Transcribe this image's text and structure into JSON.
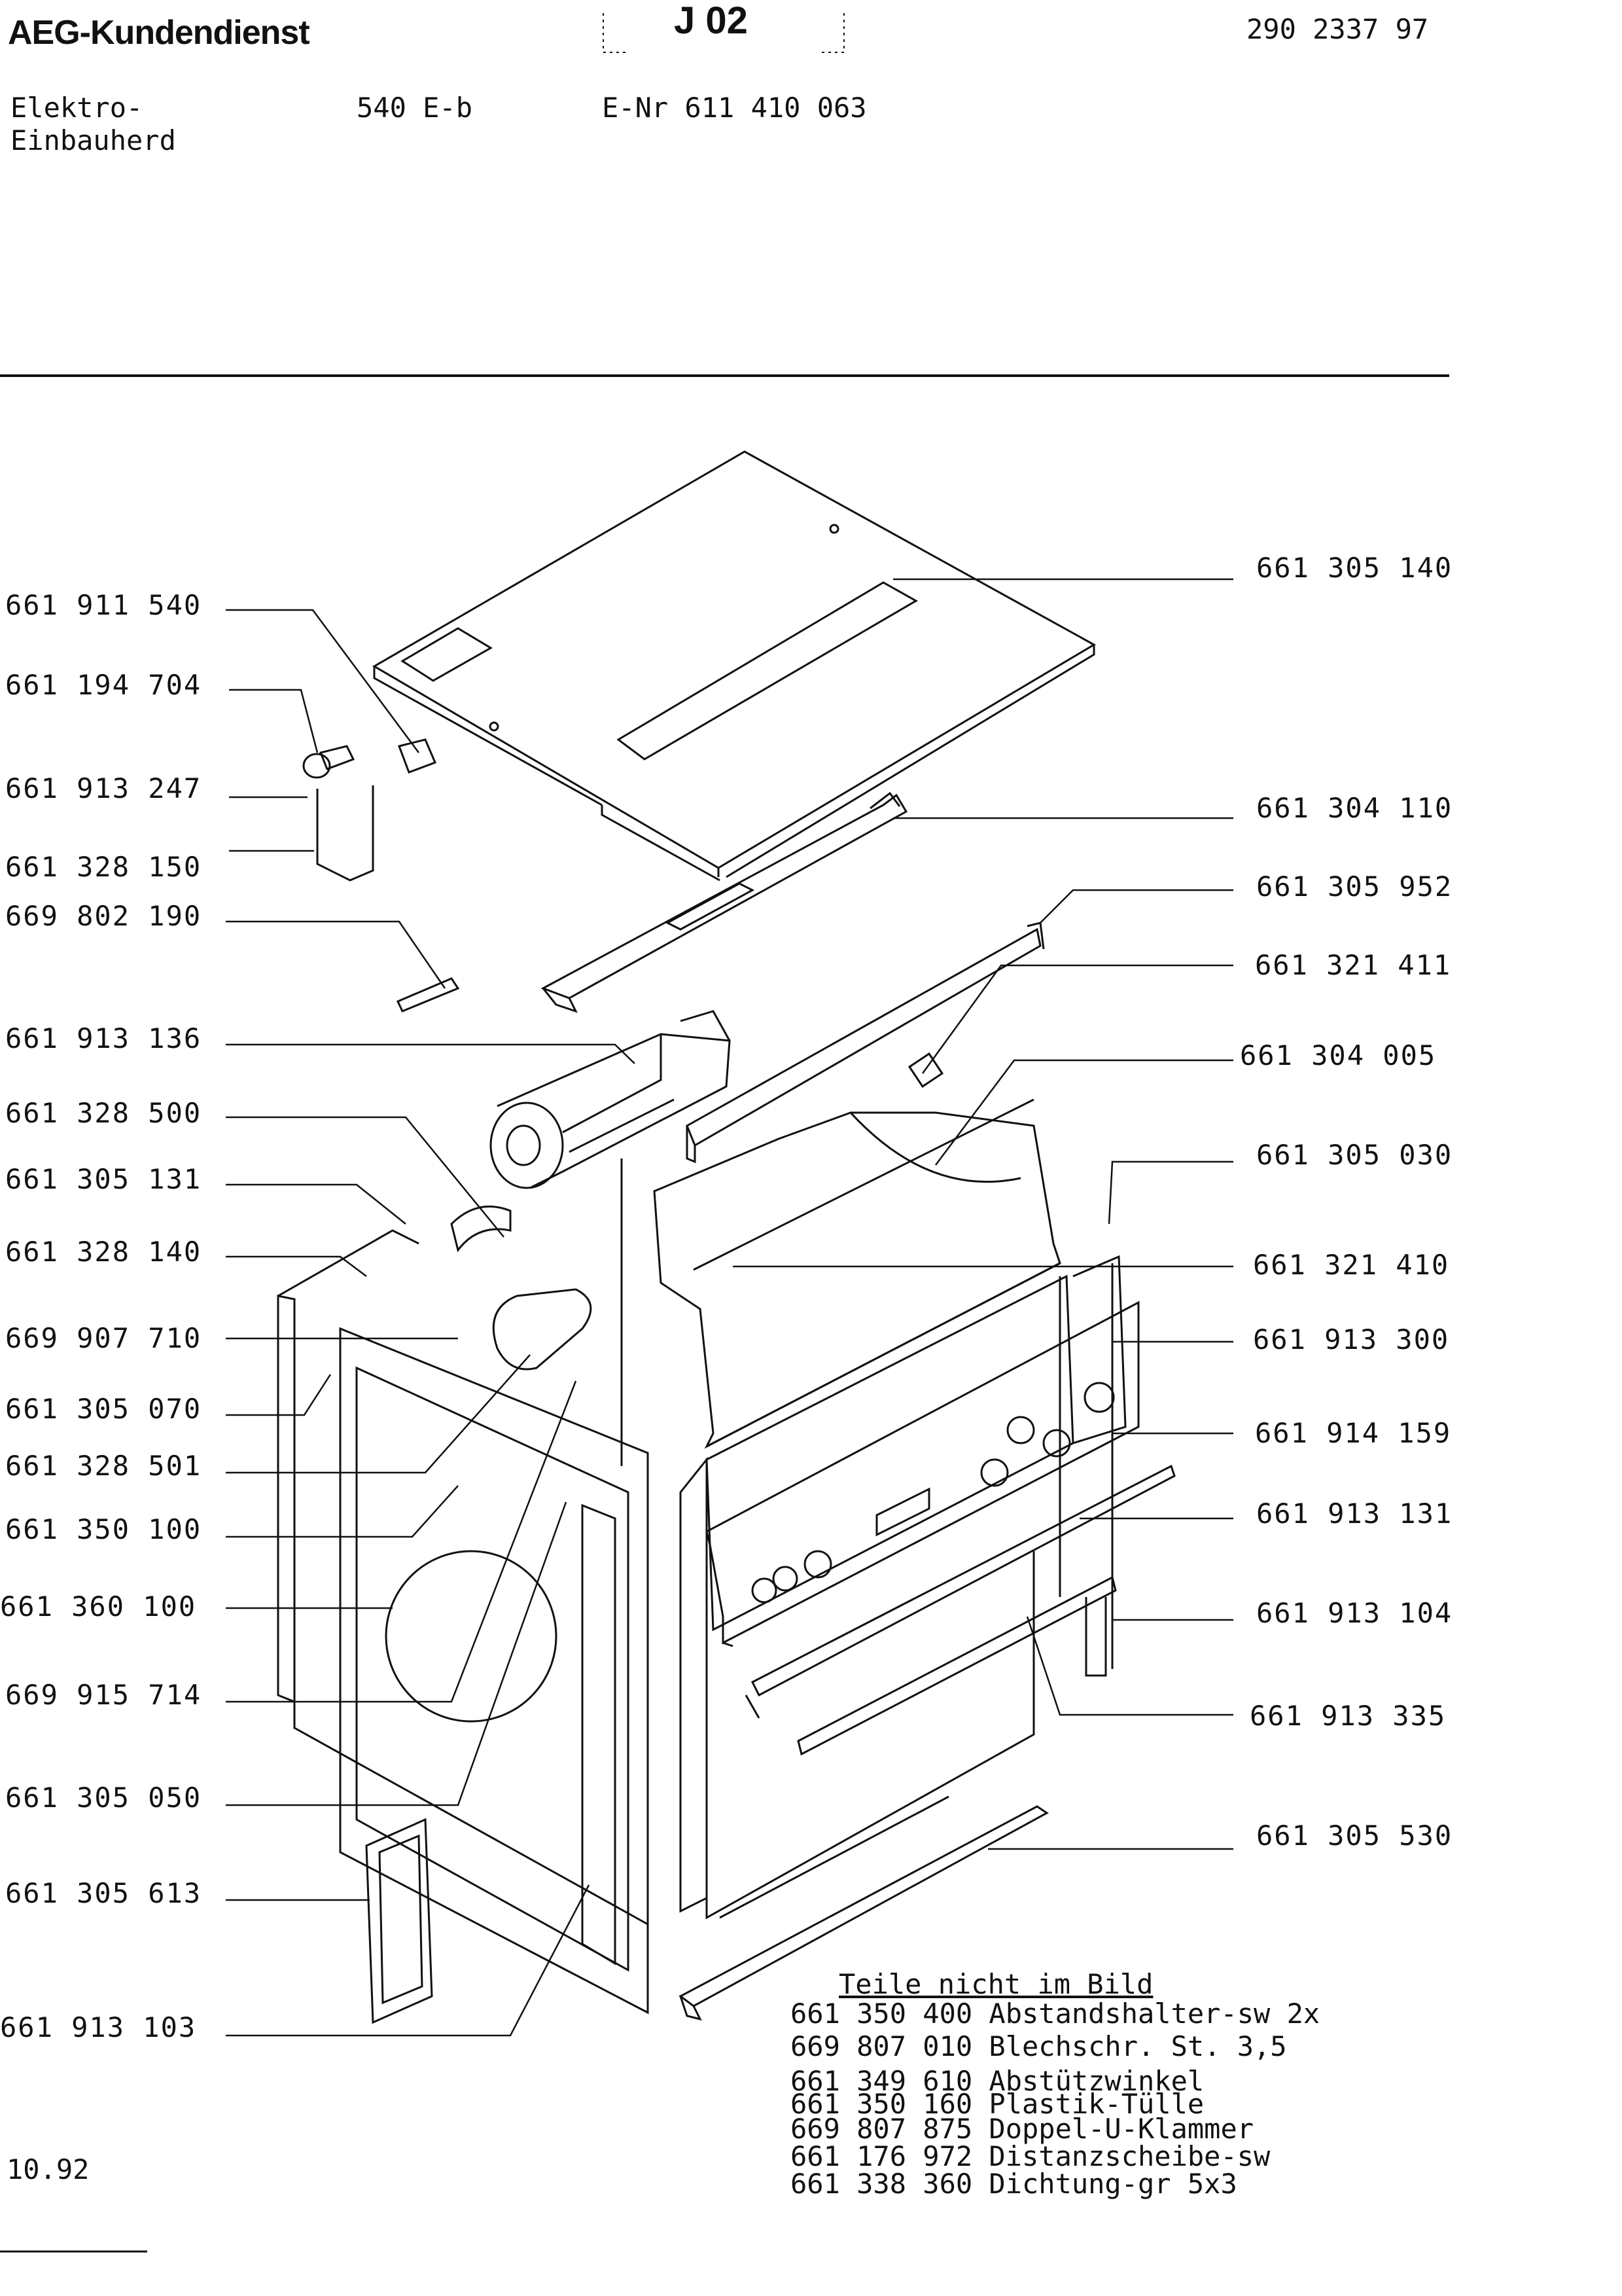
{
  "header": {
    "brand": "AEG-Kundendienst",
    "sheet": "J 02",
    "doc_number": "290 2337 97",
    "product_line1": "Elektro-",
    "product_line2": "Einbauherd",
    "model": "540 E-b",
    "enr": "E-Nr 611 410 063"
  },
  "parts_left": [
    "661 911 540",
    "661 194 704",
    "661 913 247",
    "661 328 150",
    "669 802 190",
    "661 913 136",
    "661 328 500",
    "661 305 131",
    "661 328 140",
    "669 907 710",
    "661 305 070",
    "661 328 501",
    "661 350 100",
    "661 360 100",
    "669 915 714",
    "661 305 050",
    "661 305 613",
    "661 913 103"
  ],
  "parts_right": [
    "661 305 140",
    "661 304 110",
    "661 305 952",
    "661 321 411",
    "661 304 005",
    "661 305 030",
    "661 321 410",
    "661 913 300",
    "661 914 159",
    "661 913 131",
    "661 913 104",
    "661 913 335",
    "661 305 530"
  ],
  "notes": {
    "title": "Teile nicht im Bild",
    "items": [
      "661 350 400 Abstandshalter-sw 2x",
      "669 807 010 Blechschr. St. 3,5",
      "661 349 610 Abstützwinkel",
      "661 350 160 Plastik-Tülle",
      "669 807 875 Doppel-U-Klammer",
      "661 176 972 Distanzscheibe-sw",
      "661 338 360 Dichtung-gr 5x3"
    ]
  },
  "footer": {
    "date": "10.92"
  }
}
